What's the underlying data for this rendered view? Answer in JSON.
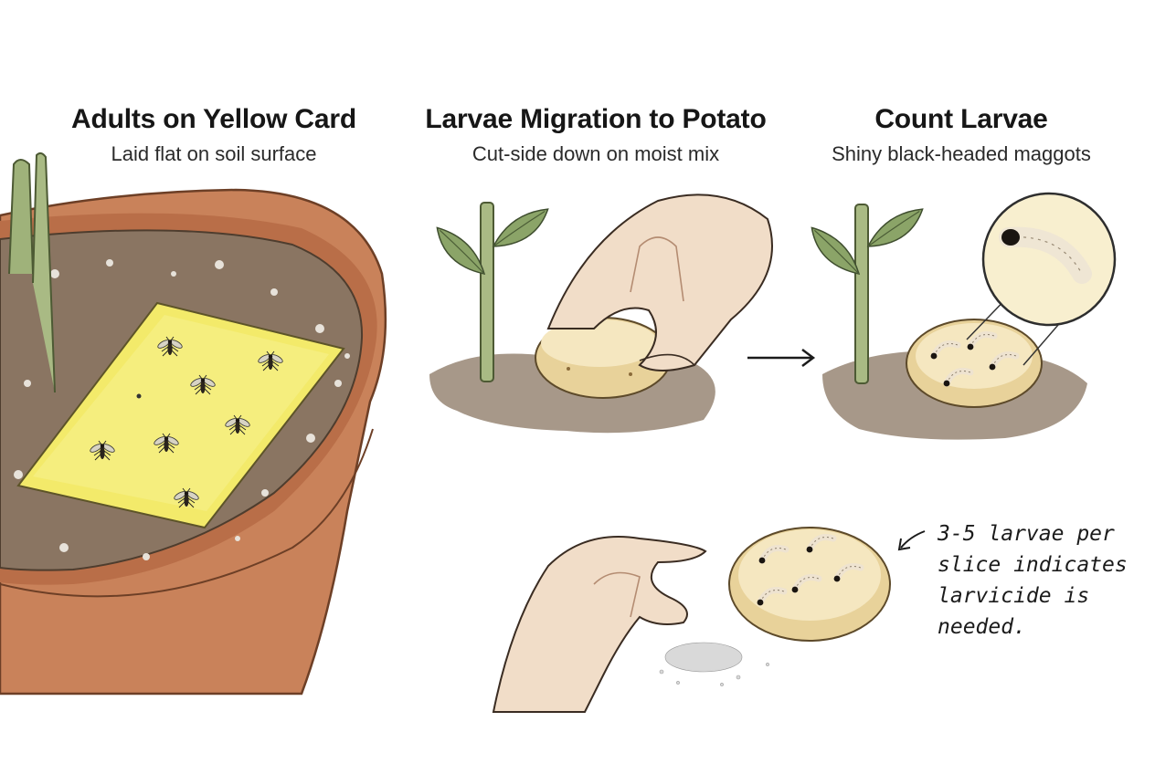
{
  "panels": [
    {
      "title": "Adults on Yellow Card",
      "subtitle": "Laid flat on soil surface"
    },
    {
      "title": "Larvae Migration to Potato",
      "subtitle": "Cut-side down on moist mix"
    },
    {
      "title": "Count Larvae",
      "subtitle": "Shiny black-headed maggots"
    }
  ],
  "note": {
    "lines": [
      "3-5 larvae per",
      "slice indicates",
      "larvicide is",
      "needed."
    ]
  },
  "colors": {
    "card": "#f3ea6a",
    "pot": "#c9825a",
    "soil": "#8a7562",
    "potato": "#e8d29a",
    "leaf": "#7f9a5c",
    "skin": "#f1ddc8"
  },
  "icons": [
    "fly-icon",
    "larva-icon",
    "leaf-icon",
    "arrow-icon",
    "hand-icon",
    "magnifier-icon"
  ]
}
